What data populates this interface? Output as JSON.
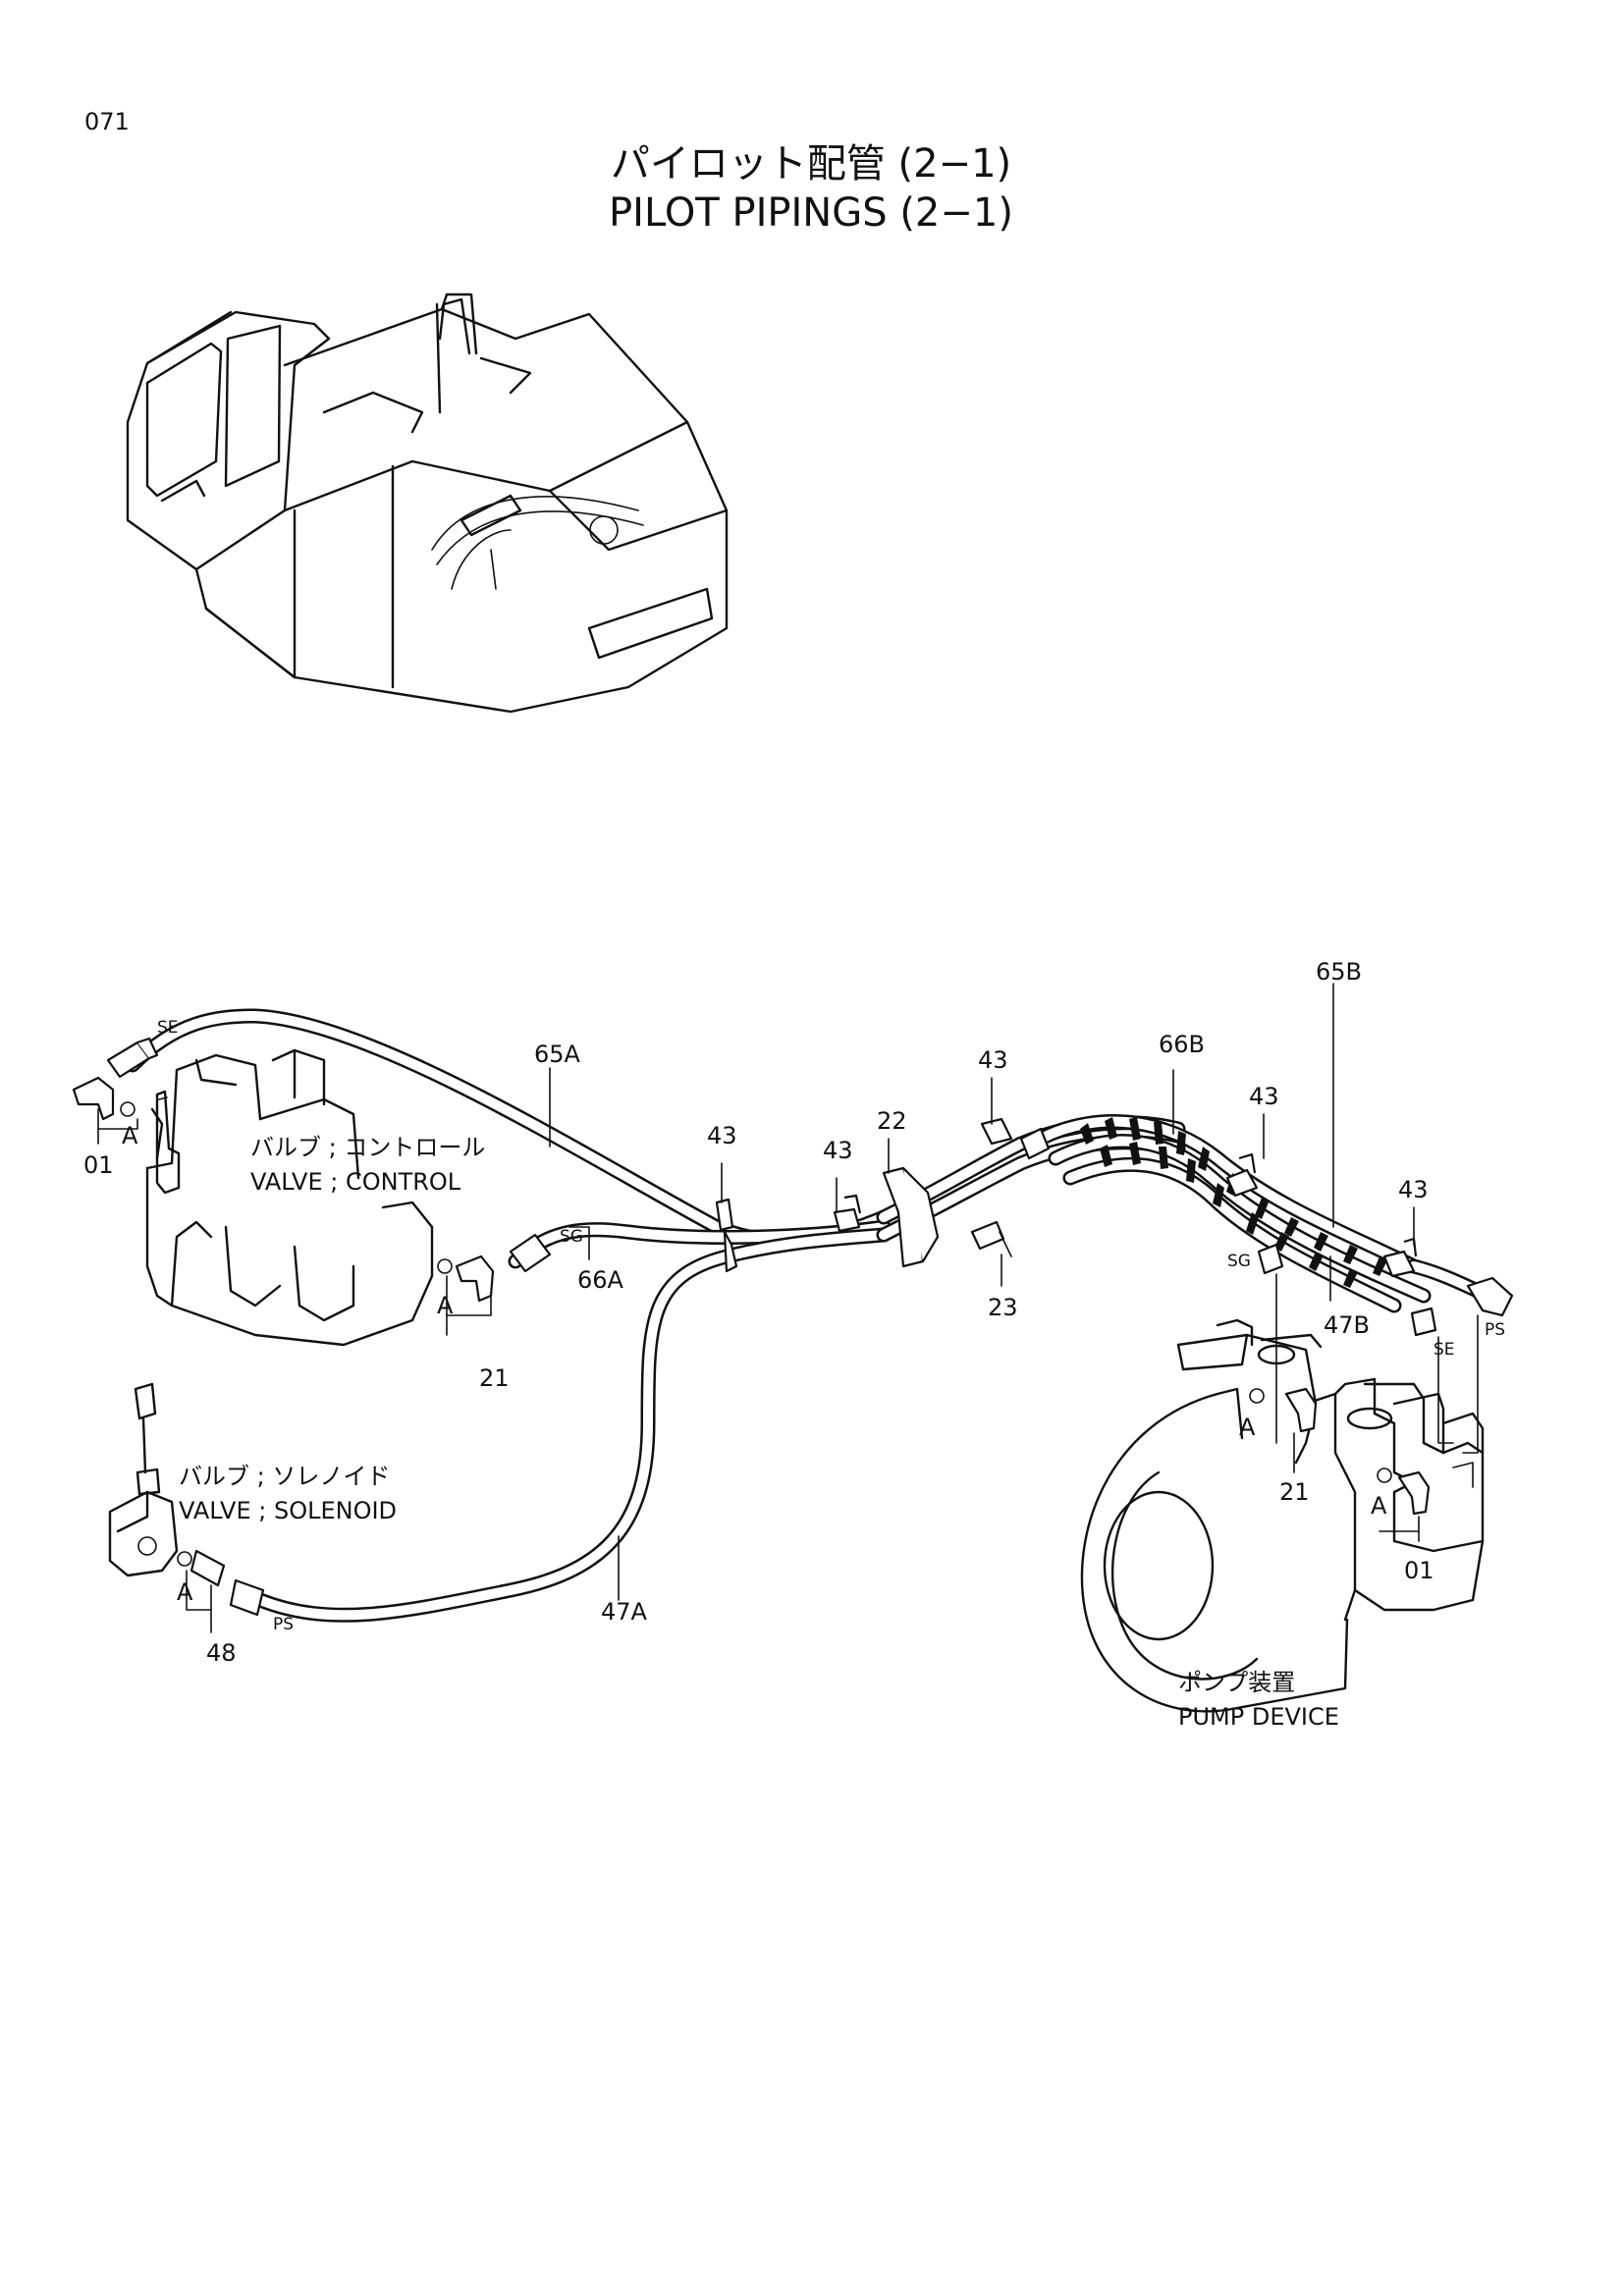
{
  "page_number": "071",
  "title_ja": "パイロット配管  (2−1)",
  "title_en": "PILOT PIPINGS (2−1)",
  "components": {
    "control_valve_ja": "バルブ ; コントロール",
    "control_valve_en": "VALVE ; CONTROL",
    "solenoid_valve_ja": "バルブ ; ソレノイド",
    "solenoid_valve_en": "VALVE ; SOLENOID",
    "pump_ja": "ポンプ装置",
    "pump_en": "PUMP DEVICE"
  },
  "callouts": {
    "c65A": "65A",
    "c66B": "66B",
    "c65B": "65B",
    "c66A": "66A",
    "c47A": "47A",
    "c47B": "47B",
    "c43a": "43",
    "c43b": "43",
    "c43c": "43",
    "c43d": "43",
    "c43e": "43",
    "c22": "22",
    "c23": "23",
    "c21a": "21",
    "c21b": "21",
    "c01a": "01",
    "c01b": "01",
    "c48": "48"
  },
  "port_marks": {
    "se_left": "SE",
    "sg_left": "SG",
    "ps_left": "PS",
    "sg_right": "SG",
    "se_right": "SE",
    "ps_right": "PS"
  },
  "detail_marks": {
    "a1": "A",
    "a2": "A",
    "a3": "A",
    "a4": "A",
    "a5": "A"
  }
}
